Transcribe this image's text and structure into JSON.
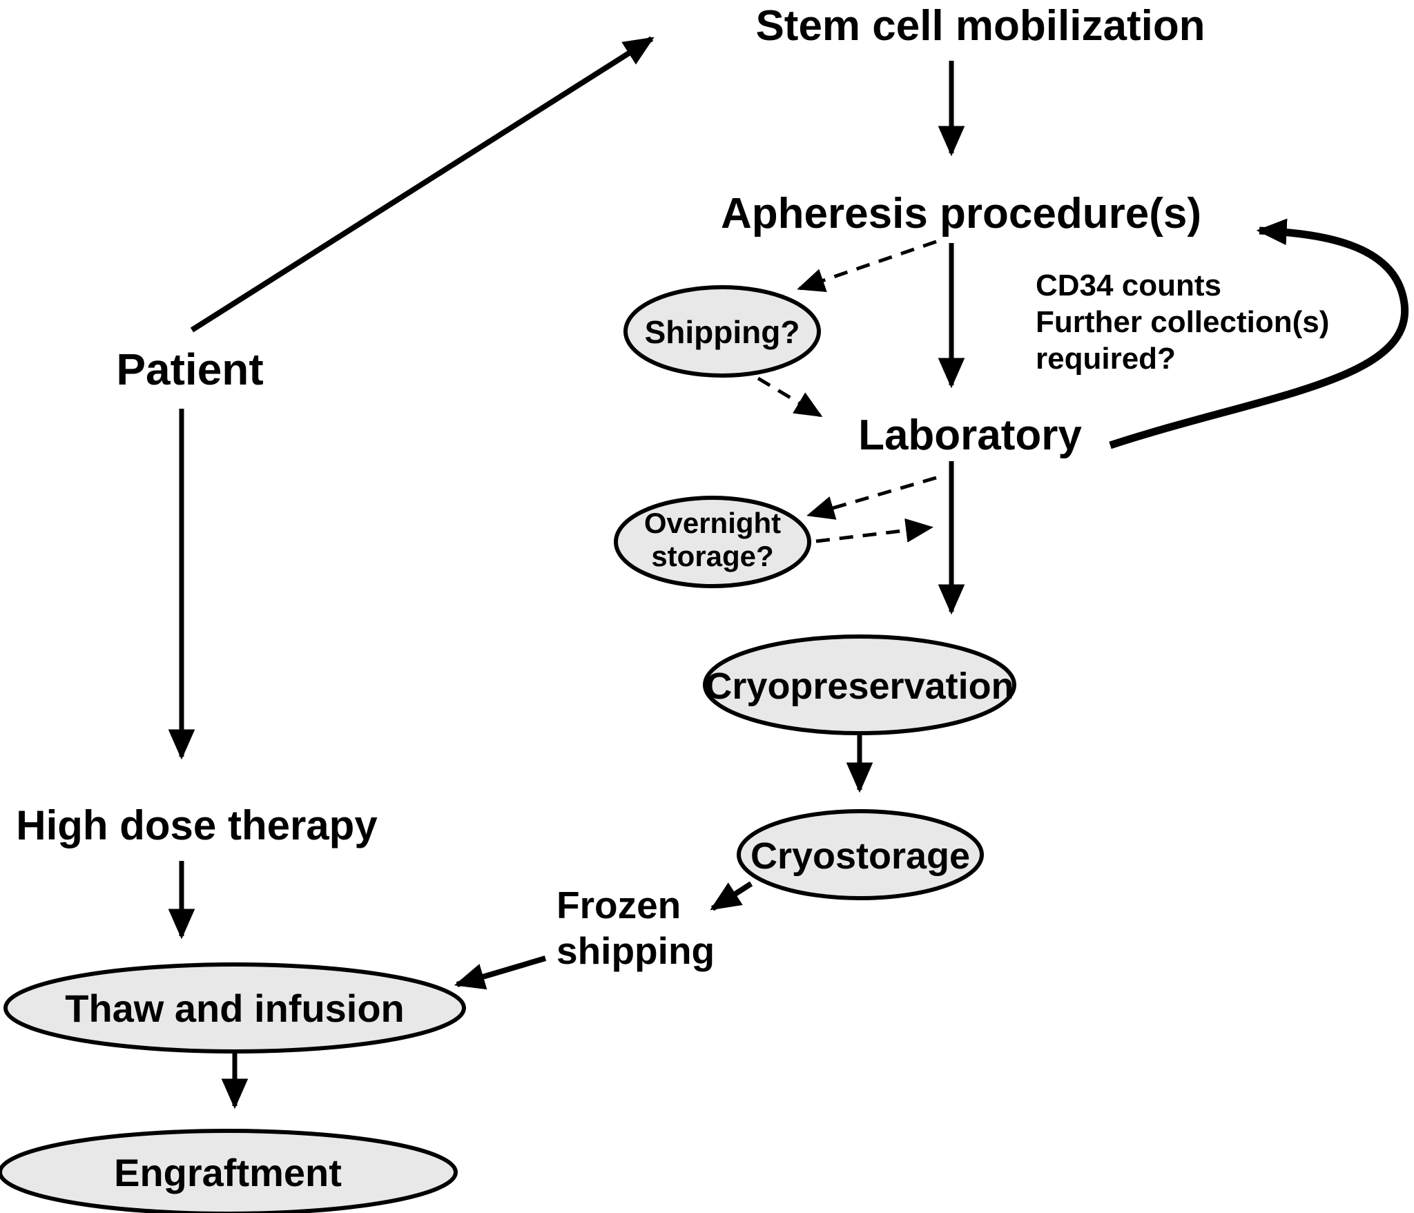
{
  "diagram": {
    "type": "flowchart",
    "background_color": "#ffffff",
    "node_fill_color": "#e8e8e8",
    "line_color": "#000000",
    "nodes": {
      "stem_cell_mobilization": "Stem cell mobilization",
      "apheresis": "Apheresis procedure(s)",
      "shipping": "Shipping?",
      "laboratory": "Laboratory",
      "overnight_line1": "Overnight",
      "overnight_line2": "storage?",
      "cryopreservation": "Cryopreservation",
      "cryostorage": "Cryostorage",
      "patient": "Patient",
      "high_dose_therapy": "High dose therapy",
      "thaw_and_infusion": "Thaw and infusion",
      "engraftment": "Engraftment"
    },
    "annotations": {
      "cd34_line1": "CD34 counts",
      "cd34_line2": "Further collection(s)",
      "cd34_line3": "required?",
      "frozen_line1": "Frozen",
      "frozen_line2": "shipping"
    },
    "edges": [
      "Patient -> Stem cell mobilization",
      "Stem cell mobilization -> Apheresis procedure(s)",
      "Apheresis procedure(s) -> Shipping? (dashed)",
      "Shipping? -> Laboratory (dashed)",
      "Apheresis procedure(s) -> Laboratory",
      "Laboratory -> Apheresis procedure(s) (curved feedback: CD34 counts / further collections)",
      "Laboratory -> Overnight storage? (dashed)",
      "Overnight storage? -> Laboratory-Cryopreservation path (dashed)",
      "Laboratory -> Cryopreservation",
      "Cryopreservation -> Cryostorage",
      "Cryostorage -> Frozen shipping",
      "Frozen shipping -> Thaw and infusion",
      "Patient -> High dose therapy",
      "High dose therapy -> Thaw and infusion",
      "Thaw and infusion -> Engraftment"
    ]
  }
}
